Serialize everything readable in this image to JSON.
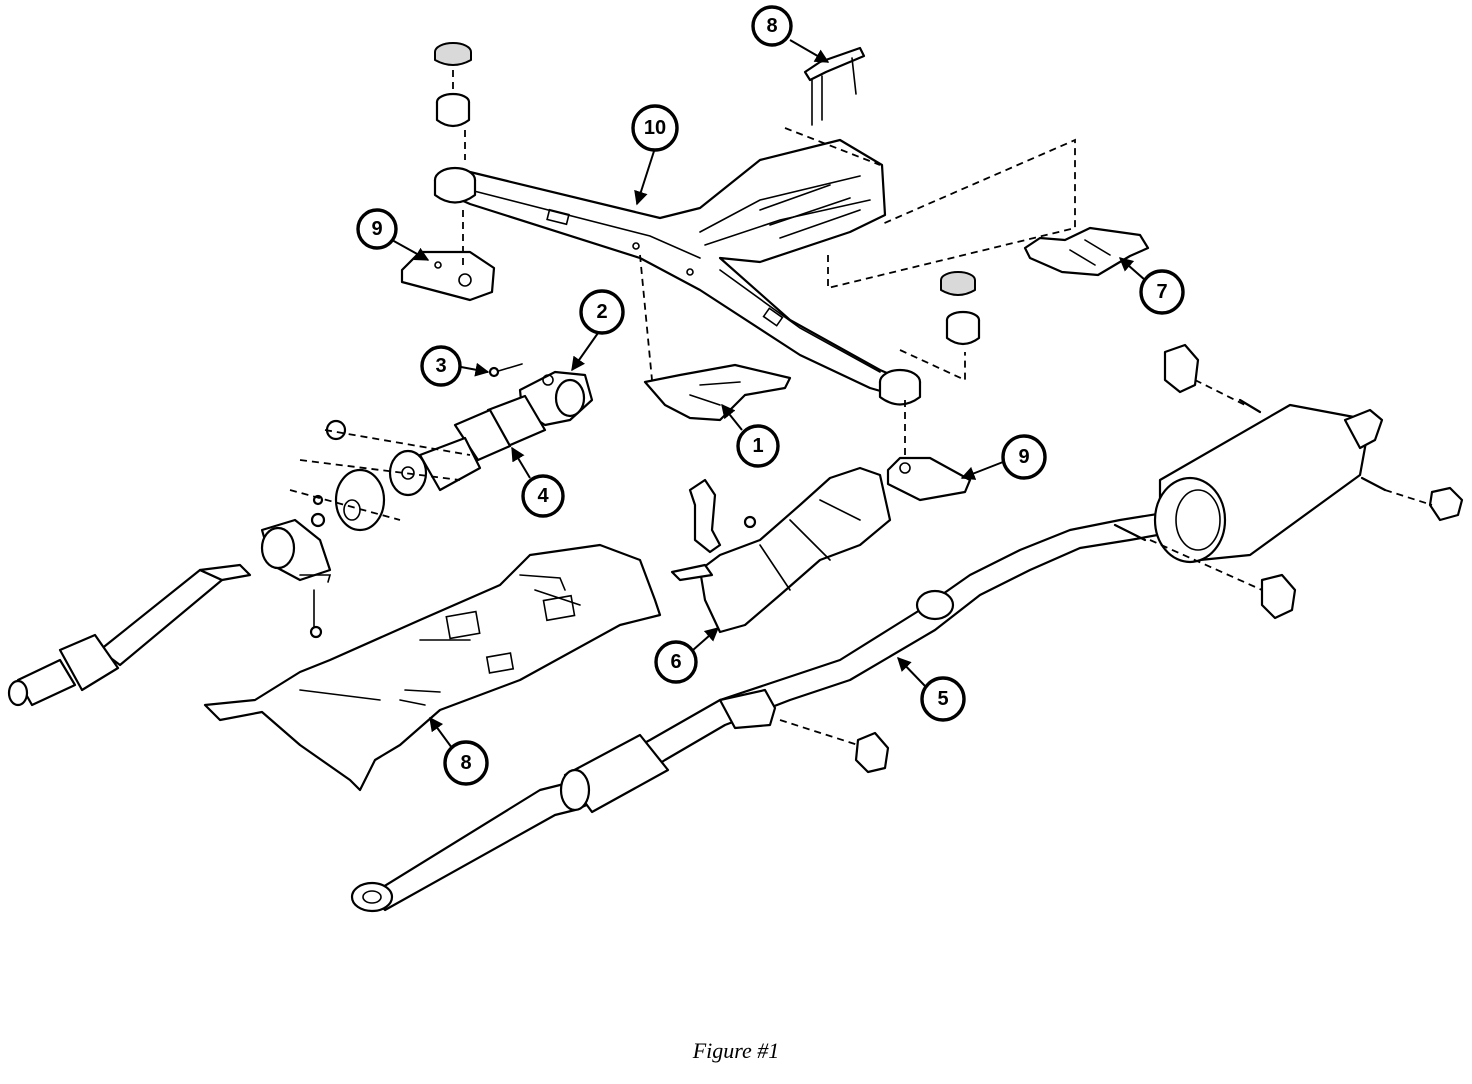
{
  "callouts": [
    {
      "id": "c1",
      "label": "1"
    },
    {
      "id": "c2",
      "label": "2"
    },
    {
      "id": "c3",
      "label": "3"
    },
    {
      "id": "c4",
      "label": "4"
    },
    {
      "id": "c5",
      "label": "5"
    },
    {
      "id": "c6",
      "label": "6"
    },
    {
      "id": "c7",
      "label": "7"
    },
    {
      "id": "c8a",
      "label": "8"
    },
    {
      "id": "c8b",
      "label": "8"
    },
    {
      "id": "c9a",
      "label": "9"
    },
    {
      "id": "c9b",
      "label": "9"
    },
    {
      "id": "c10",
      "label": "10"
    }
  ],
  "caption": "Figure #1"
}
